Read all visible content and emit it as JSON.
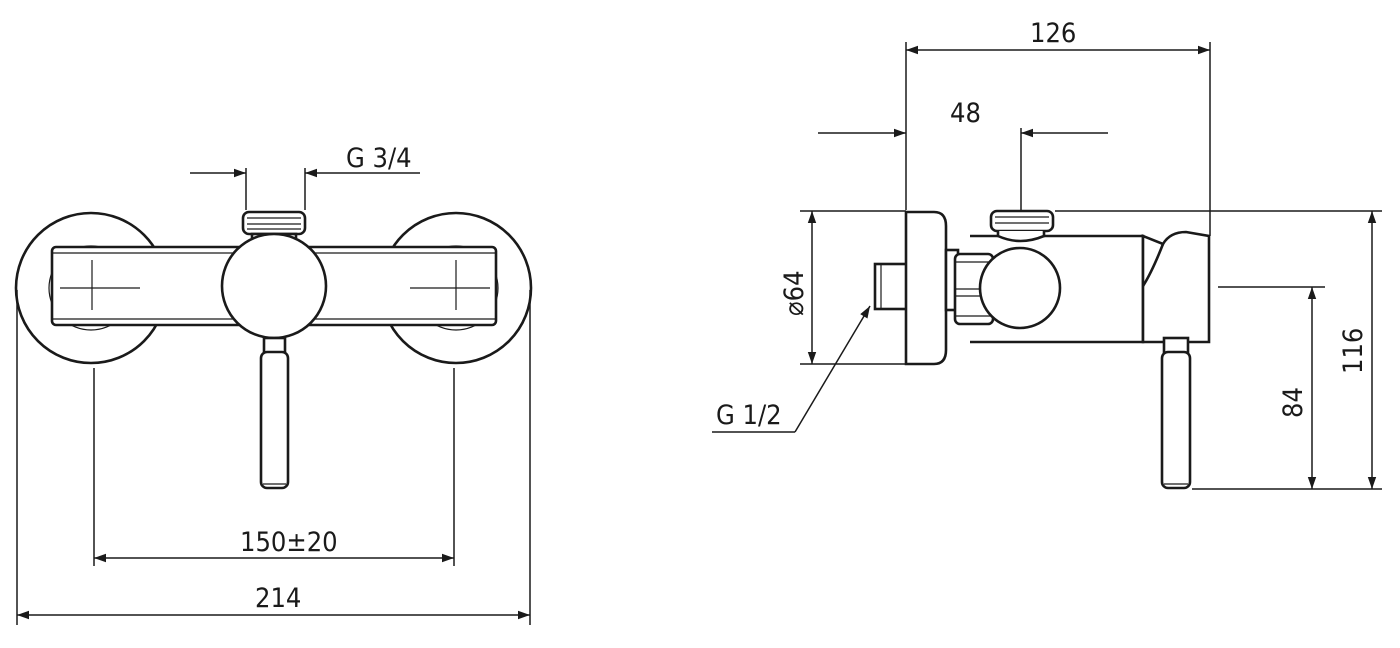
{
  "front_view": {
    "dim_thread_top": "G 3/4",
    "dim_center_distance": "150±20",
    "dim_total_width": "214"
  },
  "side_view": {
    "dim_depth": "126",
    "dim_offset": "48",
    "dim_diameter": "⌀64",
    "dim_thread_inlet": "G 1/2",
    "dim_lever_height": "84",
    "dim_total_height": "116"
  },
  "colors": {
    "line": "#1a1a1a",
    "background": "#ffffff"
  }
}
